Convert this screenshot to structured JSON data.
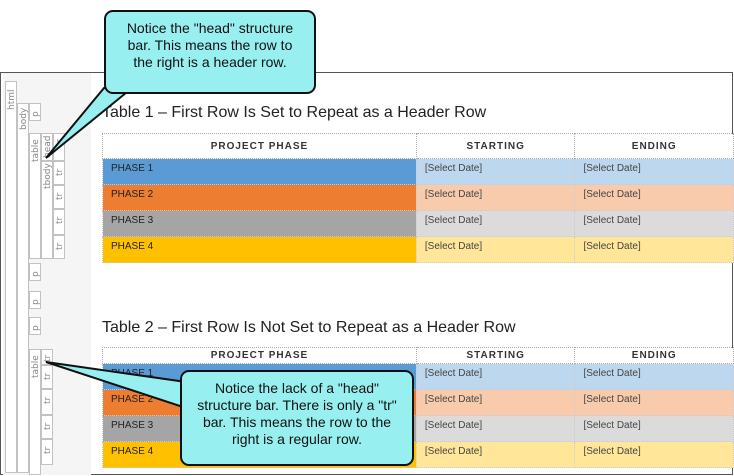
{
  "structure_bars": {
    "html": "html",
    "body": "body",
    "p": "p",
    "table": "table",
    "head": "head",
    "tbody": "tbody",
    "tr": "tr"
  },
  "table1": {
    "title": "Table 1 – First Row Is Set to Repeat as a Header Row",
    "headers": [
      "PROJECT PHASE",
      "STARTING",
      "ENDING"
    ],
    "rows": [
      {
        "phase": "PHASE 1",
        "start": "[Select Date]",
        "end": "[Select Date]"
      },
      {
        "phase": "PHASE 2",
        "start": "[Select Date]",
        "end": "[Select Date]"
      },
      {
        "phase": "PHASE 3",
        "start": "[Select Date]",
        "end": "[Select Date]"
      },
      {
        "phase": "PHASE 4",
        "start": "[Select Date]",
        "end": "[Select Date]"
      }
    ]
  },
  "table2": {
    "title": "Table 2 – First Row Is Not Set to Repeat as a Header Row",
    "headers": [
      "PROJECT PHASE",
      "STARTING",
      "ENDING"
    ],
    "rows": [
      {
        "phase": "PHASE 1",
        "start": "[Select Date]",
        "end": "[Select Date]"
      },
      {
        "phase": "PHASE 2",
        "start": "[Select Date]",
        "end": "[Select Date]"
      },
      {
        "phase": "PHASE 3",
        "start": "[Select Date]",
        "end": "[Select Date]"
      },
      {
        "phase": "PHASE 4",
        "start": "[Select Date]",
        "end": "[Select Date]"
      }
    ]
  },
  "callouts": {
    "head_note": "Notice the \"head\" structure bar. This means the row to the right is a header row.",
    "tr_note": "Notice the lack of a \"head\" structure bar. There is only a \"tr\" bar. This means the row to the right is a regular row."
  },
  "colors": {
    "phase1": "#5b9bd5",
    "phase1_light": "#bdd7ee",
    "phase2": "#ed7d31",
    "phase2_light": "#f8cbad",
    "phase3": "#a5a5a5",
    "phase3_light": "#dbdbdb",
    "phase4": "#ffc000",
    "phase4_light": "#ffe699",
    "callout": "#97f0ef"
  }
}
